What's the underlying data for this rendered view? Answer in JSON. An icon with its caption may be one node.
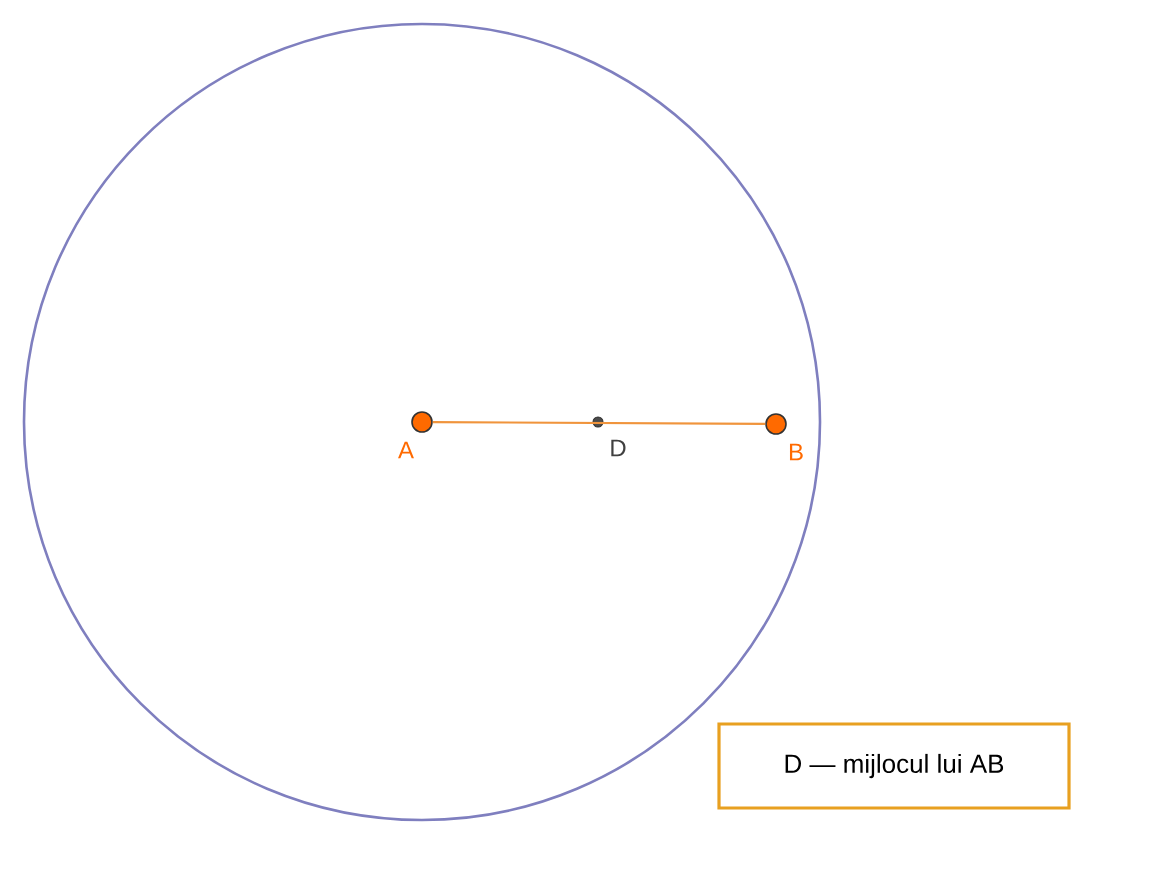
{
  "diagram": {
    "nodes": [
      {
        "text": [],
        "shape": "circle",
        "beside": [
          "A"
        ]
      },
      {
        "text": [],
        "shape": "circle",
        "beside": [
          "D"
        ]
      },
      {
        "text": [],
        "shape": "circle",
        "beside": [
          "B"
        ]
      },
      {
        "text": [
          "D — mijlocul lui AB"
        ]
      }
    ],
    "edges": [
      {
        "from": 0,
        "to": 2,
        "arrow": "none"
      }
    ]
  }
}
